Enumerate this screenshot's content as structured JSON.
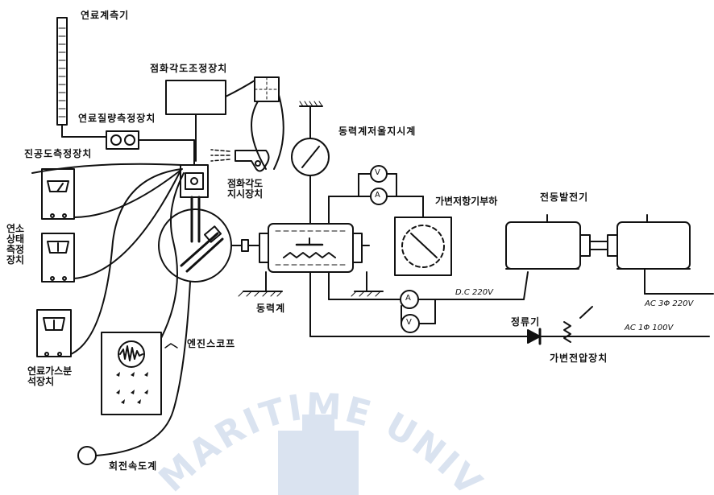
{
  "labels": {
    "fuel_gauge": "연료계측기",
    "ignition_timing_adjuster": "점화각도조정장치",
    "fuel_consumption_meter": "연료질량측정장치",
    "vacuum_meter": "진공도측정장치",
    "exhaust_temp_meter": "연소상태측정장치",
    "exhaust_gas_analyzer": "연료가스분석장치",
    "ignition_angle_indicator": "점화각도지시장치",
    "dynamometer_indicator": "동력계저울지시계",
    "variable_resistor_load": "가변저항기부하",
    "dynamometer": "동력계",
    "dc_supply": "D.C 220V",
    "rectifier": "정류기",
    "ac_single": "AC 1Φ 100V",
    "ac_three": "AC 3Φ 220V",
    "variable_transformer": "가변전압장치",
    "engine_scope": "엔진스코프",
    "motor_generator": "전동발전기",
    "tachometer": "회전속도계",
    "meter_v": "V",
    "meter_a": "A",
    "meter_a2": "A",
    "meter_v2": "V"
  },
  "watermark_text": "KOREA MARITIME UNIVERSITY",
  "colors": {
    "ink": "#111111",
    "watermark": "#2c5fa8"
  }
}
